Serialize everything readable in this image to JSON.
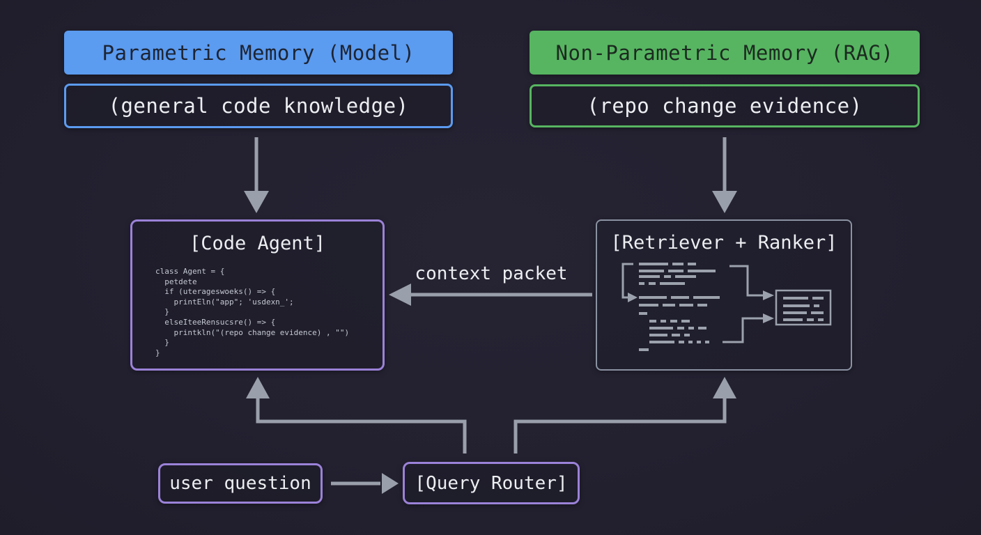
{
  "diagram": {
    "nodes": {
      "parametric_memory": {
        "label": "Parametric Memory (Model)",
        "fill": "#5b9bf0"
      },
      "general_knowledge": {
        "label": "(general code knowledge)",
        "border": "#5b9bf0"
      },
      "nonparametric_memory": {
        "label": "Non-Parametric Memory (RAG)",
        "fill": "#57b561"
      },
      "repo_evidence": {
        "label": "(repo change evidence)",
        "border": "#57b561"
      },
      "code_agent": {
        "title": "[Code Agent]",
        "code": "class Agent = {\n  petdete\n  if (uterageswoeks() => {\n    printEln(\"app\"; 'usdexn_';\n  }\n  elseIteeRensucsre() => {\n    printkln(\"(repo change evidence) , \"\")\n  }\n}",
        "border": "#9b82d8"
      },
      "retriever_ranker": {
        "title": "[Retriever + Ranker]",
        "border": "#8b92a2"
      },
      "user_question": {
        "label": "user question",
        "border": "#9b82d8"
      },
      "query_router": {
        "label": "[Query Router]",
        "border": "#9b82d8"
      }
    },
    "edges": {
      "context_packet_label": "context packet"
    },
    "colors": {
      "background": "#232130",
      "arrow_gray": "#9aa0ab",
      "light_text": "#eceef2",
      "dark_text": "#1d2433"
    }
  }
}
